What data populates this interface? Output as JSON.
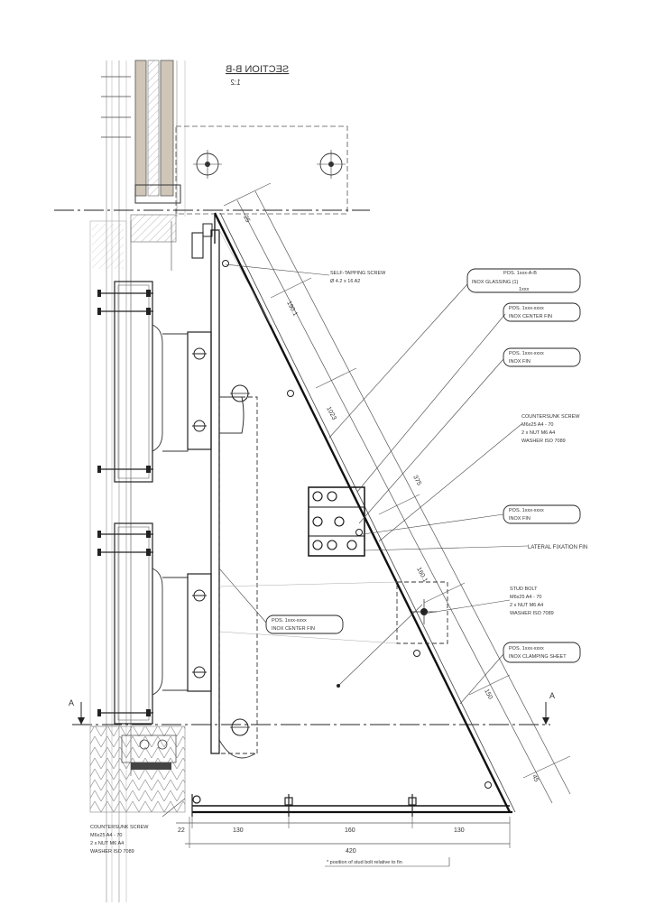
{
  "title": {
    "main": "SECTION B-B",
    "scale": "1:2"
  },
  "callouts": [
    {
      "id": "c1",
      "lines": [
        "POS. 1xxx-A-B",
        "INOX GLASSING (1)",
        "1xxx"
      ]
    },
    {
      "id": "c2",
      "lines": [
        "POS. 1xxx-xxxx",
        "INOX CENTER FIN"
      ]
    },
    {
      "id": "c3",
      "lines": [
        "POS. 1xxx-xxxx",
        "INOX FIN"
      ]
    },
    {
      "id": "c4",
      "lines": [
        "COUNTERSUNK SCREW",
        "M6x25 A4 - 70",
        "2 x NUT M6 A4",
        "WASHER ISO 7089"
      ]
    },
    {
      "id": "c5",
      "lines": [
        "POS. 1xxx-xxxx",
        "INOX FIN"
      ]
    },
    {
      "id": "c6",
      "lines": [
        "LATERAL FIXATION FIN"
      ]
    },
    {
      "id": "c7",
      "lines": [
        "STUD BOLT",
        "M6x25 A4 - 70",
        "2 x NUT M6 A4",
        "WASHER ISO 7089"
      ]
    },
    {
      "id": "c8",
      "lines": [
        "POS. 1xxx-xxxx",
        "INOX CLAMPING SHEET"
      ]
    },
    {
      "id": "c9",
      "lines": [
        "POS. 1xxx-xxxx",
        "INOX CENTER FIN"
      ]
    },
    {
      "id": "c10",
      "lines": [
        "SELF-TAPPING SCREW",
        "Ø 4.2 x 16 A2"
      ]
    },
    {
      "id": "c11",
      "lines": [
        "COUNTERSUNK SCREW",
        "M6x25 A4 - 70",
        "2 x NUT M6 A4",
        "WASHER ISO 7089"
      ]
    }
  ],
  "dimensions": {
    "diagonal": [
      "25",
      "190.1",
      "1023",
      "375",
      "160.1",
      "150",
      "45"
    ],
    "bottom": [
      "22",
      "130",
      "160",
      "130"
    ],
    "overall": "420"
  },
  "section_marks": [
    "A",
    "A"
  ],
  "footnote": "* position of stud bolt relative to fin",
  "colors": {
    "line": "#1a1a1a",
    "grey": "#7a7a7a",
    "light": "#b5b5b5",
    "panel": "#cfc6b8"
  }
}
